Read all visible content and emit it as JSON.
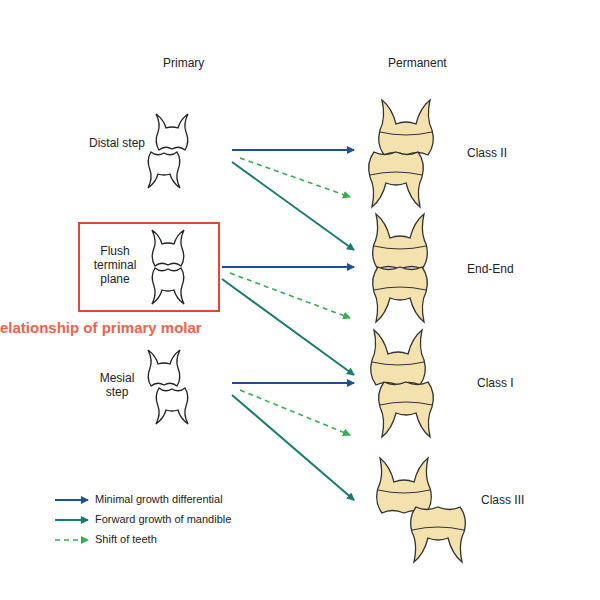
{
  "diagram": {
    "nodes": [
      {
        "text": [
          "Distal step"
        ]
      },
      {
        "text": [
          "Flush terminal plane"
        ]
      },
      {
        "text": [
          "Mesial step"
        ]
      },
      {
        "text": [
          "Class II"
        ]
      },
      {
        "text": [
          "End-End"
        ]
      },
      {
        "text": [
          "Class I"
        ]
      },
      {
        "text": [
          "Class III"
        ]
      }
    ],
    "edges": [
      {
        "from": 0,
        "to": 3,
        "arrow": "to"
      },
      {
        "from": 0,
        "to": 4,
        "arrow": "to"
      },
      {
        "from": 1,
        "to": 4,
        "arrow": "to"
      },
      {
        "from": 1,
        "to": 5,
        "arrow": "to"
      },
      {
        "from": 2,
        "to": 5,
        "arrow": "to"
      },
      {
        "from": 2,
        "to": 6,
        "arrow": "to"
      }
    ],
    "labels": [
      "Primary",
      "Permanent",
      "elationship of primary molar"
    ],
    "legend": [
      {
        "text": "Minimal growth differential"
      },
      {
        "text": "Forward growth of mandible"
      },
      {
        "text": "Shift of teeth"
      }
    ]
  }
}
